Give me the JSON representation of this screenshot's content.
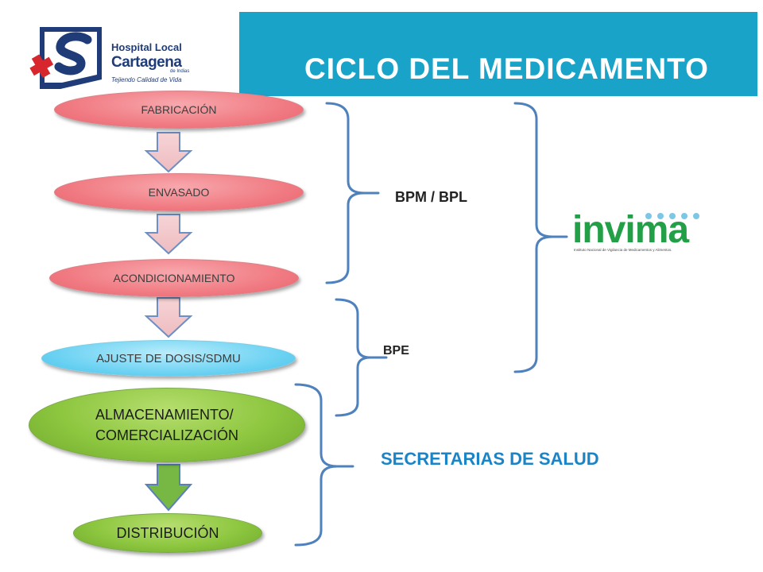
{
  "header": {
    "title": "CICLO DEL MEDICAMENTO"
  },
  "logo": {
    "line1": "Hospital Local",
    "line2": "Cartagena",
    "line3": "de Indias",
    "line4": "Tejiendo Calidad de Vida"
  },
  "flow": {
    "nodes": [
      {
        "label": "FABRICACIÓN"
      },
      {
        "label": "ENVASADO"
      },
      {
        "label": "ACONDICIONAMIENTO"
      },
      {
        "label": "AJUSTE DE DOSIS/SDMU"
      },
      {
        "label_line1": "ALMACENAMIENTO/",
        "label_line2": "COMERCIALIZACIÓN"
      },
      {
        "label": "DISTRIBUCIÓN"
      }
    ]
  },
  "groups": {
    "bpm": "BPM / BPL",
    "bpe": "BPE",
    "secretarias": "SECRETARIAS DE SALUD"
  },
  "invima": {
    "word": "invima",
    "subtitle": "Instituto Nacional de Vigilancia de Medicamentos y Alimentos."
  },
  "colors": {
    "header": "#1aa3c9",
    "bracket": "#4f81bd",
    "pink_node": "#f17b83",
    "blue_node": "#6fd3f3",
    "green_node": "#8dc63f",
    "secretarias_text": "#1a84c7",
    "invima_green": "#23a047"
  }
}
